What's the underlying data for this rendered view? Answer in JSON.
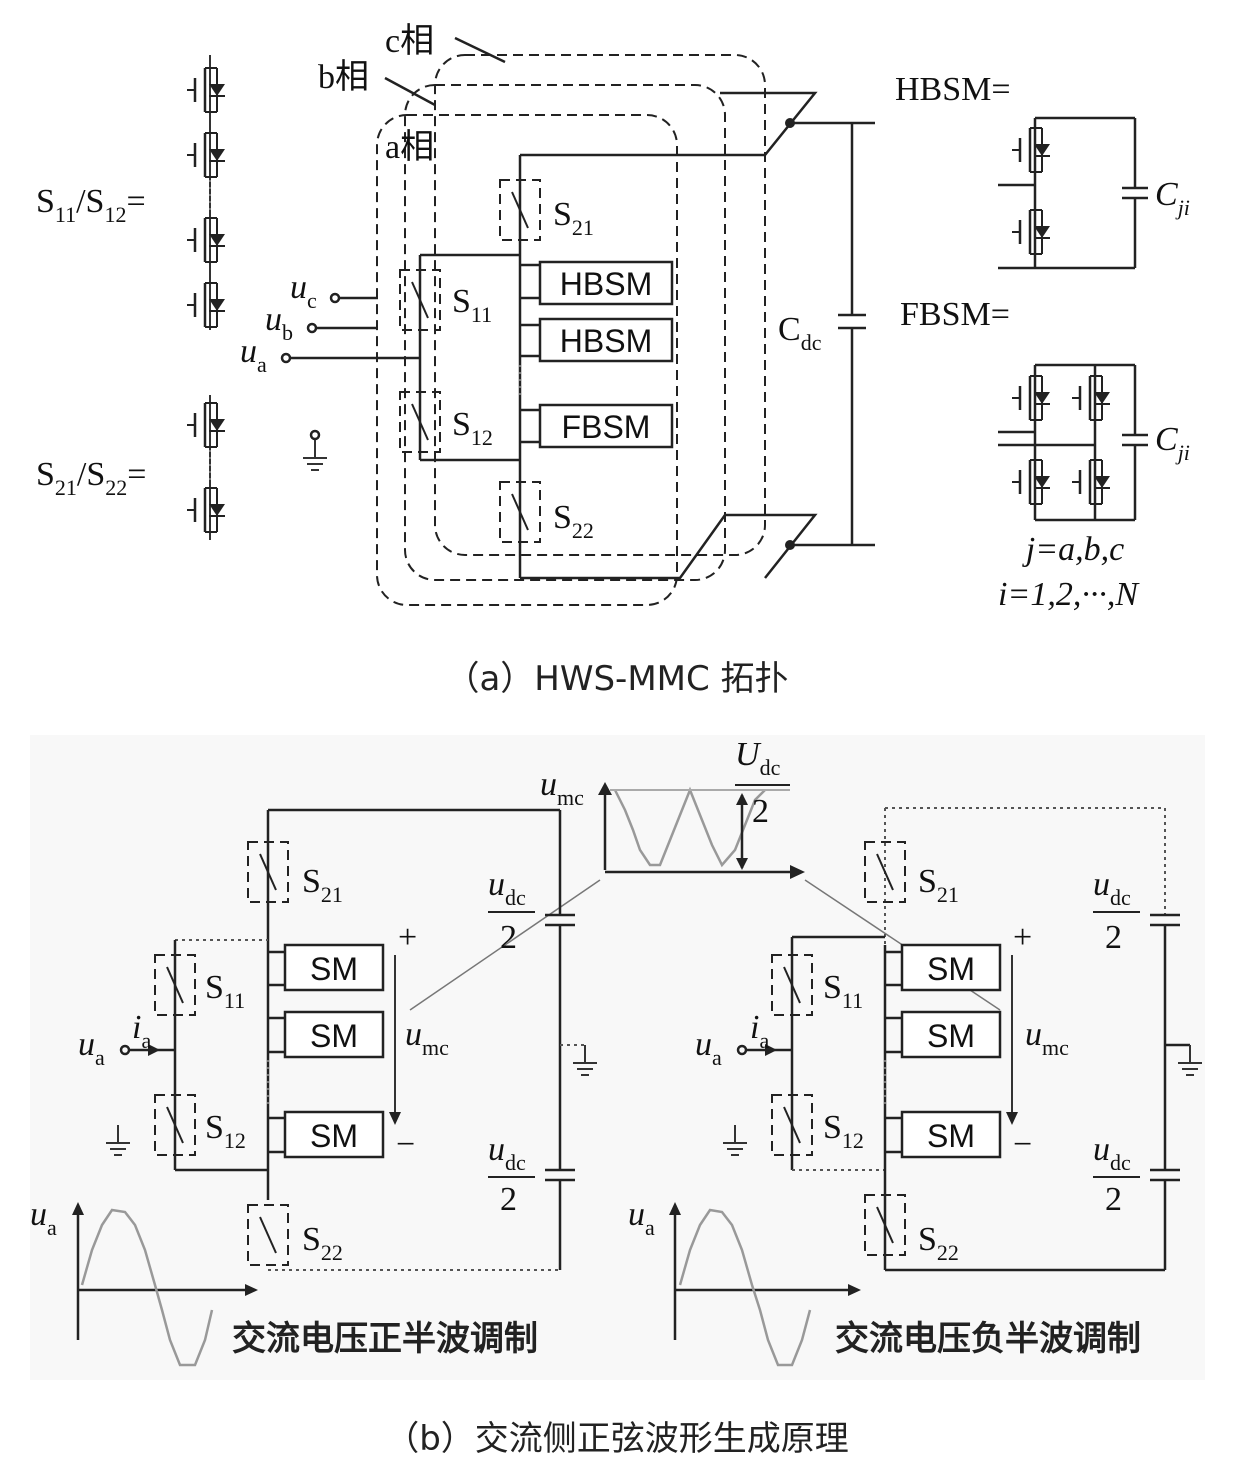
{
  "figure_a": {
    "caption": "（a）HWS-MMC 拓扑",
    "phase_labels": {
      "c": "c相",
      "b": "b相",
      "a": "a相"
    },
    "left_defs": {
      "s11_s12": {
        "base1": "S",
        "sub1": "11",
        "slash": "/S",
        "sub2": "12",
        "eq": "="
      },
      "s21_s22": {
        "base1": "S",
        "sub1": "21",
        "slash": "/S",
        "sub2": "22",
        "eq": "="
      }
    },
    "inputs": [
      {
        "base": "u",
        "sub": "c"
      },
      {
        "base": "u",
        "sub": "b"
      },
      {
        "base": "u",
        "sub": "a"
      }
    ],
    "switches": {
      "s21": {
        "base": "S",
        "sub": "21"
      },
      "s11": {
        "base": "S",
        "sub": "11"
      },
      "s12": {
        "base": "S",
        "sub": "12"
      },
      "s22": {
        "base": "S",
        "sub": "22"
      }
    },
    "modules": [
      "HBSM",
      "HBSM",
      "FBSM"
    ],
    "cdc": {
      "base": "C",
      "sub": "dc"
    },
    "hbsm_def": "HBSM=",
    "fbsm_def": "FBSM=",
    "cji": {
      "base": "C",
      "sub": "ji"
    },
    "index_j": "j=a,b,c",
    "index_i": "i=1,2,···,N"
  },
  "figure_b": {
    "caption": "（b）交流侧正弦波形生成原理",
    "left_caption": "交流电压正半波调制",
    "right_caption": "交流电压负半波调制",
    "umc_top": {
      "base": "u",
      "sub": "mc"
    },
    "udc_frac_top": {
      "num": "U",
      "num_sub": "dc",
      "den": "2"
    },
    "udc_half": {
      "num": "u",
      "num_sub": "dc",
      "den": "2"
    },
    "sm_label": "SM",
    "plus": "+",
    "minus": "−",
    "umc": {
      "base": "u",
      "sub": "mc"
    },
    "ua": {
      "base": "u",
      "sub": "a"
    },
    "ia": {
      "base": "i",
      "sub": "a"
    },
    "switches": {
      "s21": {
        "base": "S",
        "sub": "21"
      },
      "s11": {
        "base": "S",
        "sub": "11"
      },
      "s12": {
        "base": "S",
        "sub": "12"
      },
      "s22": {
        "base": "S",
        "sub": "22"
      }
    }
  }
}
